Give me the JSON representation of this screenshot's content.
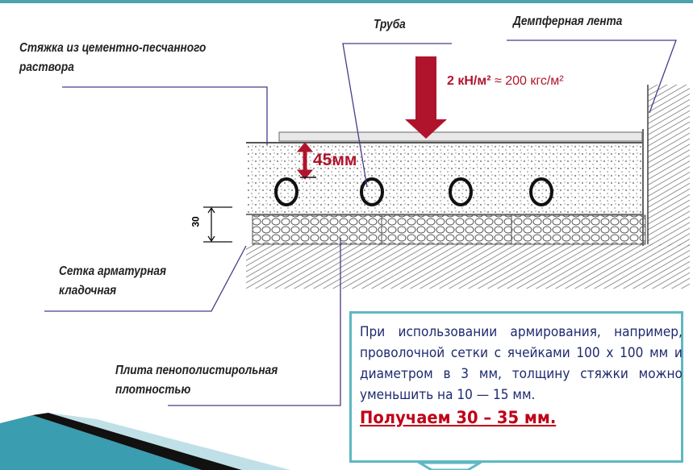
{
  "labels": {
    "screed": [
      "Стяжка из цементно-песчанного",
      "раствора"
    ],
    "pipe": "Труба",
    "damper": "Демпферная лента",
    "mesh": [
      "Сетка арматурная",
      "кладочная"
    ],
    "insulation": [
      "Плита пенополистирольная",
      "плотностью"
    ]
  },
  "load": {
    "bold": "2 кН/м²",
    "rest": " ≈ 200 кгс/м²"
  },
  "thickness": "45мм",
  "dimension": "30",
  "callout": {
    "text": "При использовании армирования, например, проволочной сетки с ячейками 100 х 100 мм и диаметром в 3 мм, толщину стяжки можно уменьшить на 10 — 15 мм.",
    "result": "Получаем 30 – 35 мм."
  },
  "colors": {
    "accent": "#4aa3ad",
    "red": "#b0142c",
    "text_blue": "#1e2a6e"
  }
}
